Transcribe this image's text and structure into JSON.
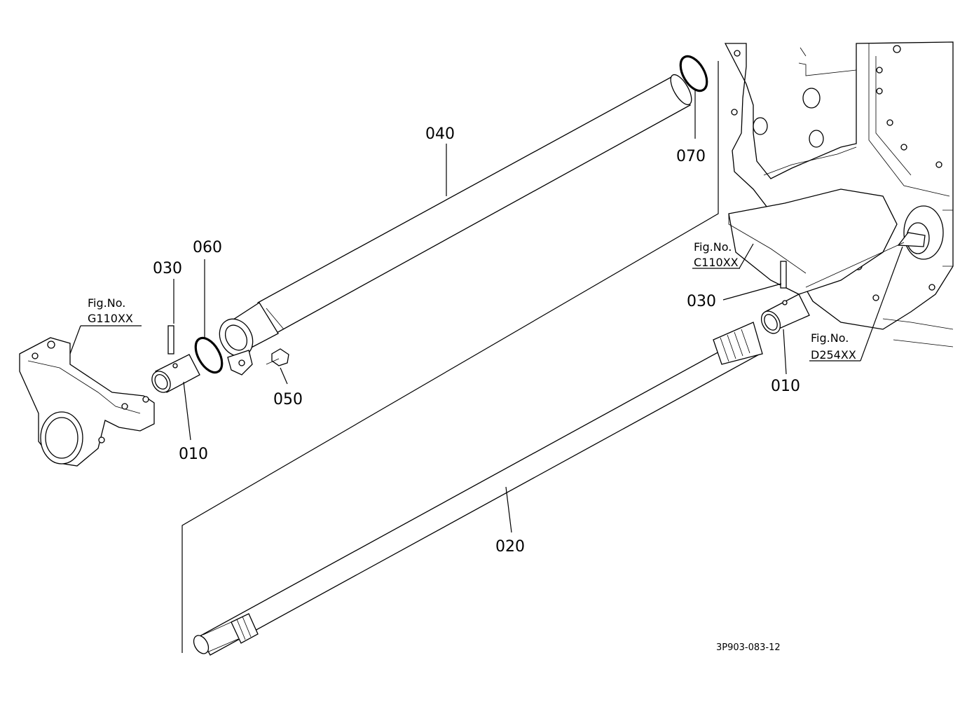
{
  "parts": [
    {
      "id": "p040",
      "label": "040"
    },
    {
      "id": "p070",
      "label": "070"
    },
    {
      "id": "p060",
      "label": "060"
    },
    {
      "id": "p030a",
      "label": "030"
    },
    {
      "id": "p010a",
      "label": "010"
    },
    {
      "id": "p050",
      "label": "050"
    },
    {
      "id": "p030b",
      "label": "030"
    },
    {
      "id": "p010b",
      "label": "010"
    },
    {
      "id": "p020",
      "label": "020"
    }
  ],
  "figure_refs": [
    {
      "line1": "Fig.No.",
      "line2": "G110XX"
    },
    {
      "line1": "Fig.No.",
      "line2": "C110XX"
    },
    {
      "line1": "Fig.No.",
      "line2": "D254XX"
    }
  ],
  "drawing_code": "3P903-083-12"
}
